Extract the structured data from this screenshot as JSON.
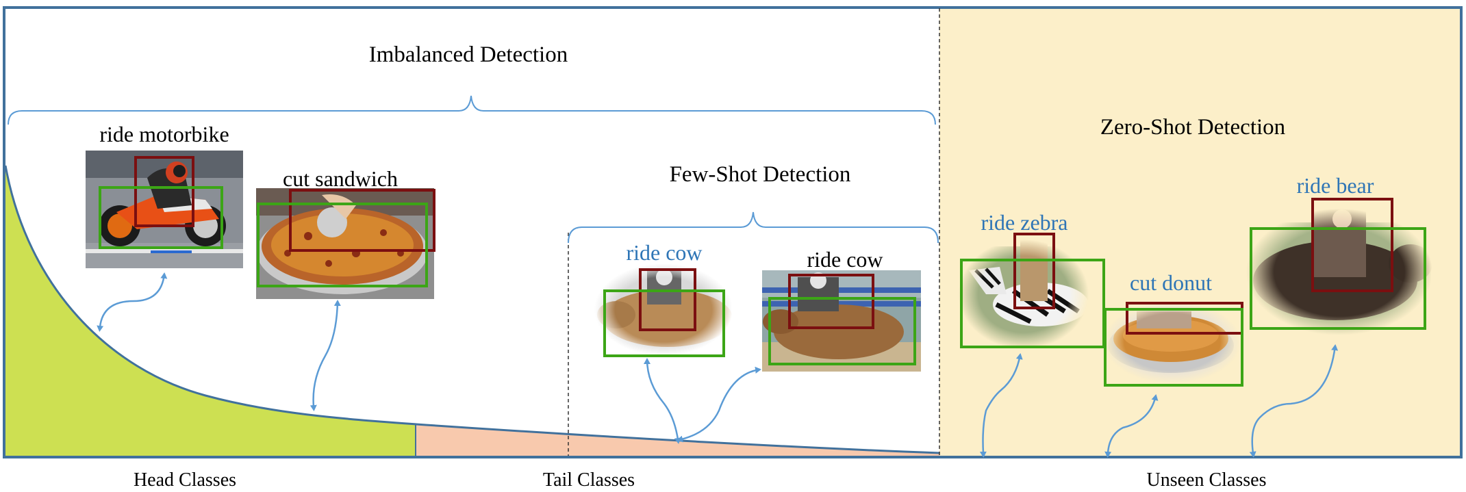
{
  "labels": {
    "imbalanced": "Imbalanced Detection",
    "few_shot": "Few-Shot Detection",
    "zero_shot": "Zero-Shot Detection"
  },
  "axis": {
    "head": "Head Classes",
    "tail": "Tail Classes",
    "unseen": "Unseen Classes"
  },
  "captions": {
    "motorbike": "ride motorbike",
    "sandwich": "cut sandwich",
    "cow1": "ride cow",
    "cow2": "ride cow",
    "zebra": "ride zebra",
    "donut": "cut donut",
    "bear": "ride bear"
  },
  "colors": {
    "frame": "#41719c",
    "head_fill": "#cde052",
    "tail_fill": "#f8c9ad",
    "unseen_bg": "#fcefc9",
    "brace": "#5b9bd5",
    "arrow": "#5b9bd5",
    "box_subject": "#7b0f10",
    "box_object": "#3ca516",
    "seen_text": "#000000",
    "unseen_text": "#2e75b6"
  }
}
